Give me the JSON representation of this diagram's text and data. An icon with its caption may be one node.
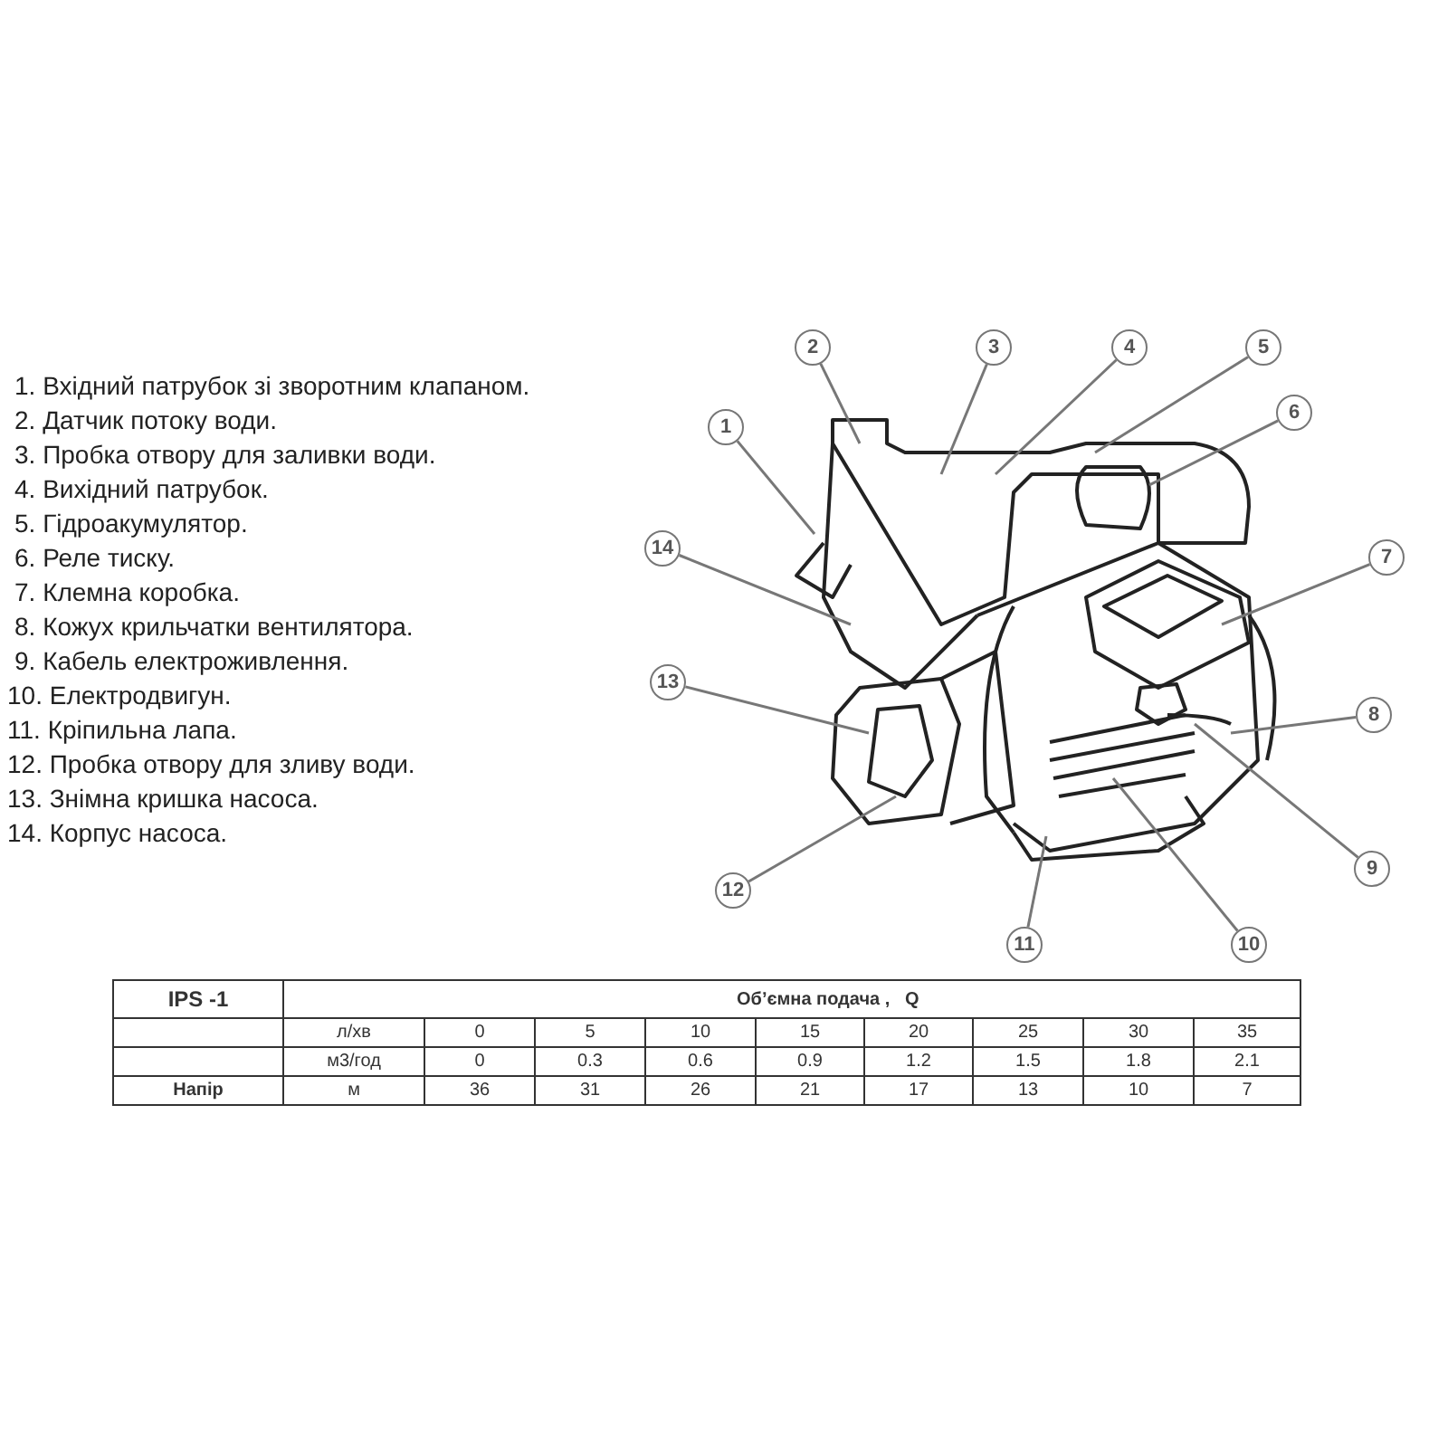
{
  "diagram": {
    "nodes": [
      {
        "text": [
          "1"
        ]
      },
      {
        "text": [
          "2"
        ]
      },
      {
        "text": [
          "3"
        ]
      },
      {
        "text": [
          "4"
        ]
      },
      {
        "text": [
          "5"
        ]
      },
      {
        "text": [
          "6"
        ]
      },
      {
        "text": [
          "7"
        ]
      },
      {
        "text": [
          "8"
        ]
      },
      {
        "text": [
          "9"
        ]
      },
      {
        "text": [
          "10"
        ]
      },
      {
        "text": [
          "11"
        ]
      },
      {
        "text": [
          "12"
        ]
      },
      {
        "text": [
          "13"
        ]
      },
      {
        "text": [
          "14"
        ]
      },
      {
        "text": [],
        "shape": "picture"
      }
    ],
    "edges": [
      {
        "from": 0,
        "to": 14,
        "arrow": "none"
      },
      {
        "from": 1,
        "to": 14,
        "arrow": "none"
      },
      {
        "from": 2,
        "to": 14,
        "arrow": "none"
      },
      {
        "from": 3,
        "to": 14,
        "arrow": "none"
      },
      {
        "from": 4,
        "to": 14,
        "arrow": "none"
      },
      {
        "from": 5,
        "to": 14,
        "arrow": "none"
      },
      {
        "from": 6,
        "to": 14,
        "arrow": "none"
      },
      {
        "from": 7,
        "to": 14,
        "arrow": "none"
      },
      {
        "from": 8,
        "to": 14,
        "arrow": "none"
      },
      {
        "from": 9,
        "to": 14,
        "arrow": "none"
      },
      {
        "from": 10,
        "to": 14,
        "arrow": "none"
      },
      {
        "from": 11,
        "to": 14,
        "arrow": "none"
      },
      {
        "from": 12,
        "to": 14,
        "arrow": "none"
      },
      {
        "from": 13,
        "to": 14,
        "arrow": "none"
      }
    ],
    "labels": [
      "1. Вхідний патрубок зі зворотним клапаном.",
      "2. Датчик потоку води.",
      "3. Пробка отвору для заливки води.",
      "4. Вихідний патрубок.",
      "5. Гідроакумулятор.",
      "6. Реле тиску.",
      "7. Клемна коробка.",
      "8. Кожух крильчатки вентилятора.",
      "9. Кабель електроживлення.",
      "10. Електродвигун.",
      "11. Кріпильна лапа.",
      "12. Пробка отвору для зливу води.",
      "13. Знімна кришка насоса.",
      "14. Корпус насоса.",
      "IPS -1",
      "Об’ємна подача ,   Q",
      "л/хв",
      "0",
      "5",
      "10",
      "15",
      "20",
      "25",
      "30",
      "35",
      "м3/год",
      "0",
      "0.3",
      "0.6",
      "0.9",
      "1.2",
      "1.5",
      "1.8",
      "2.1",
      "Напір",
      "м",
      "36",
      "31",
      "26",
      "21",
      "17",
      "13",
      "10",
      "7"
    ]
  }
}
